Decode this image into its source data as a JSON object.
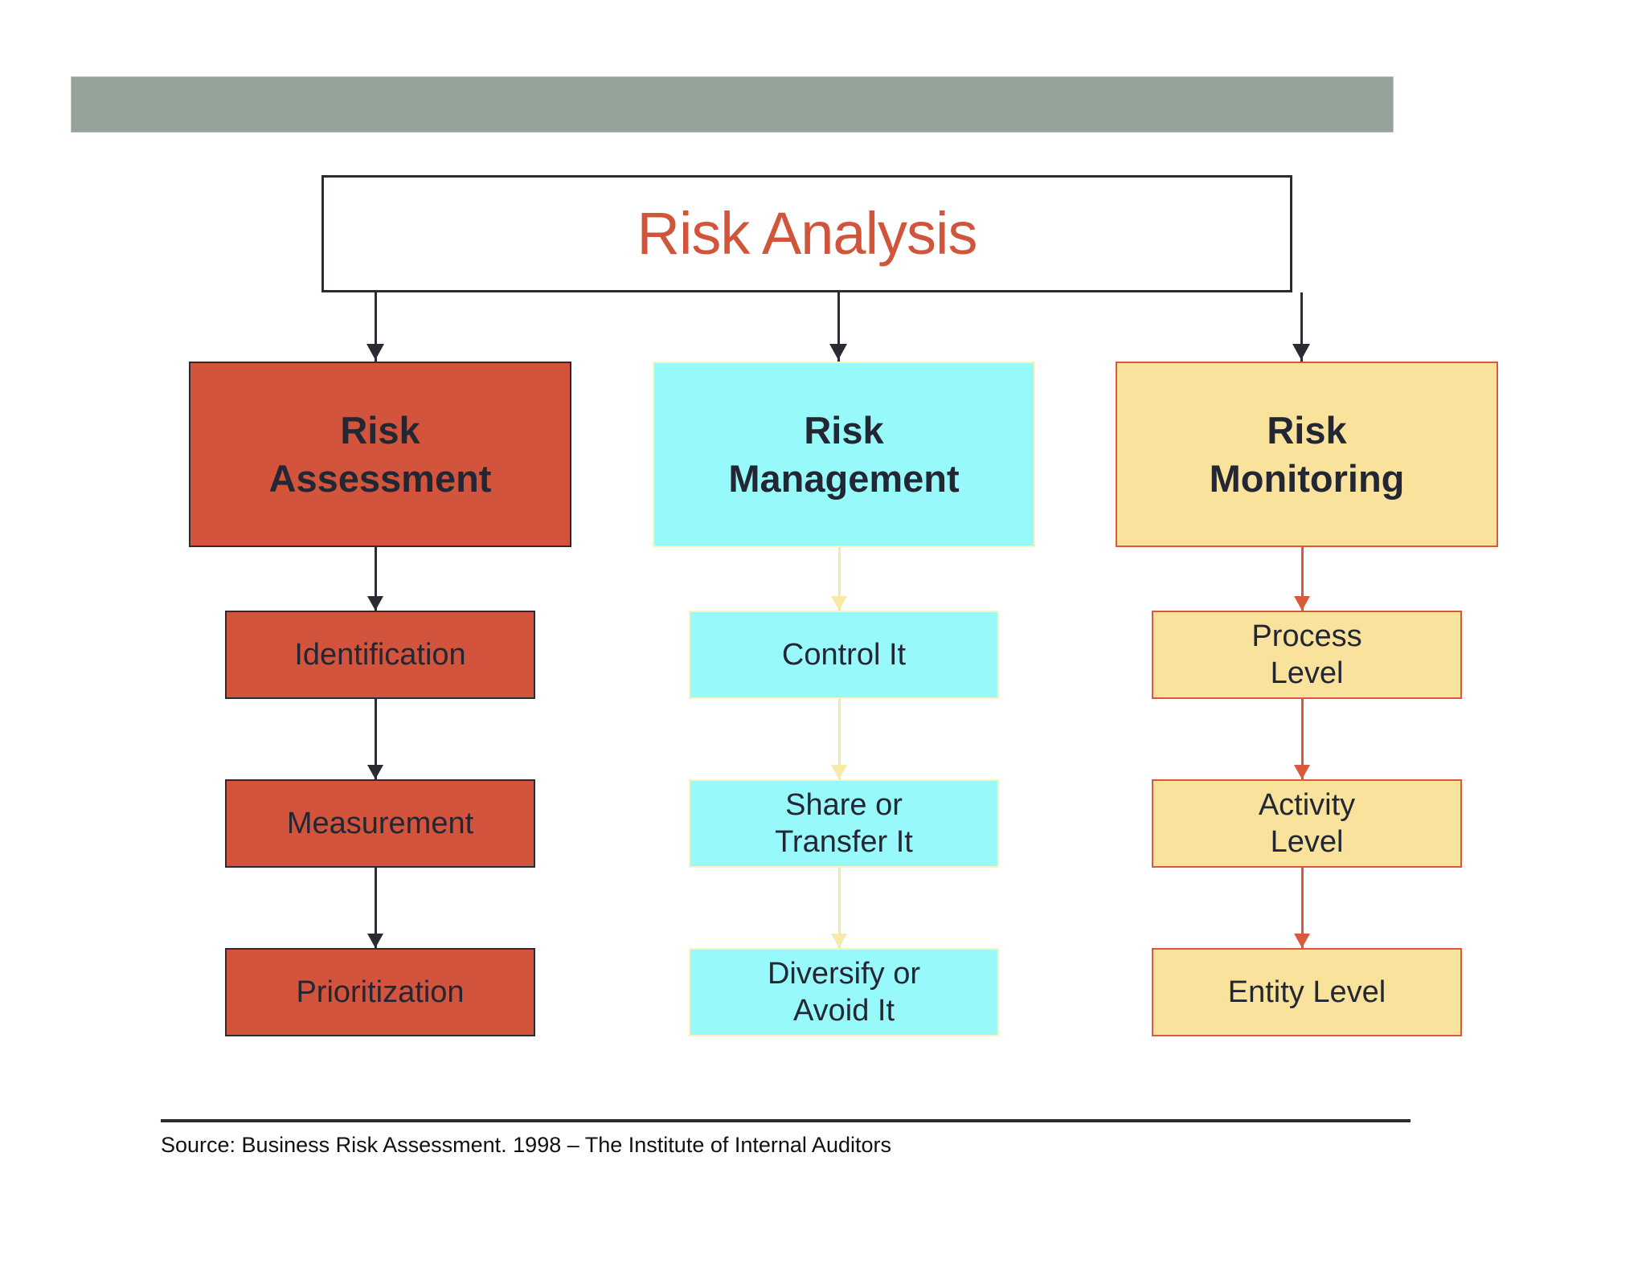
{
  "top_bar": {
    "color": "#93a399"
  },
  "title": {
    "text": "Risk Analysis",
    "color": "#d0553a"
  },
  "columns": [
    {
      "id": "risk-assessment",
      "header_lines": [
        "Risk",
        "Assessment"
      ],
      "fill": "#d2543c",
      "stroke": "#2b2b33",
      "connector_color": "#2b2b33",
      "items": [
        {
          "lines": [
            "Identification"
          ]
        },
        {
          "lines": [
            "Measurement"
          ]
        },
        {
          "lines": [
            "Prioritization"
          ]
        }
      ]
    },
    {
      "id": "risk-management",
      "header_lines": [
        "Risk",
        "Management"
      ],
      "fill": "#97f9f9",
      "stroke": "#fdf3bf",
      "connector_color": "#f7e9a8",
      "items": [
        {
          "lines": [
            "Control It"
          ]
        },
        {
          "lines": [
            "Share or",
            "Transfer It"
          ]
        },
        {
          "lines": [
            "Diversify or",
            "Avoid It"
          ]
        }
      ]
    },
    {
      "id": "risk-monitoring",
      "header_lines": [
        "Risk",
        "Monitoring"
      ],
      "fill": "#f9e29c",
      "stroke": "#d9593c",
      "connector_color": "#d9593c",
      "items": [
        {
          "lines": [
            "Process",
            "Level"
          ]
        },
        {
          "lines": [
            "Activity",
            "Level"
          ]
        },
        {
          "lines": [
            "Entity Level"
          ]
        }
      ]
    }
  ],
  "footer": {
    "source": "Source:  Business Risk Assessment.  1998 – The Institute of Internal Auditors"
  }
}
